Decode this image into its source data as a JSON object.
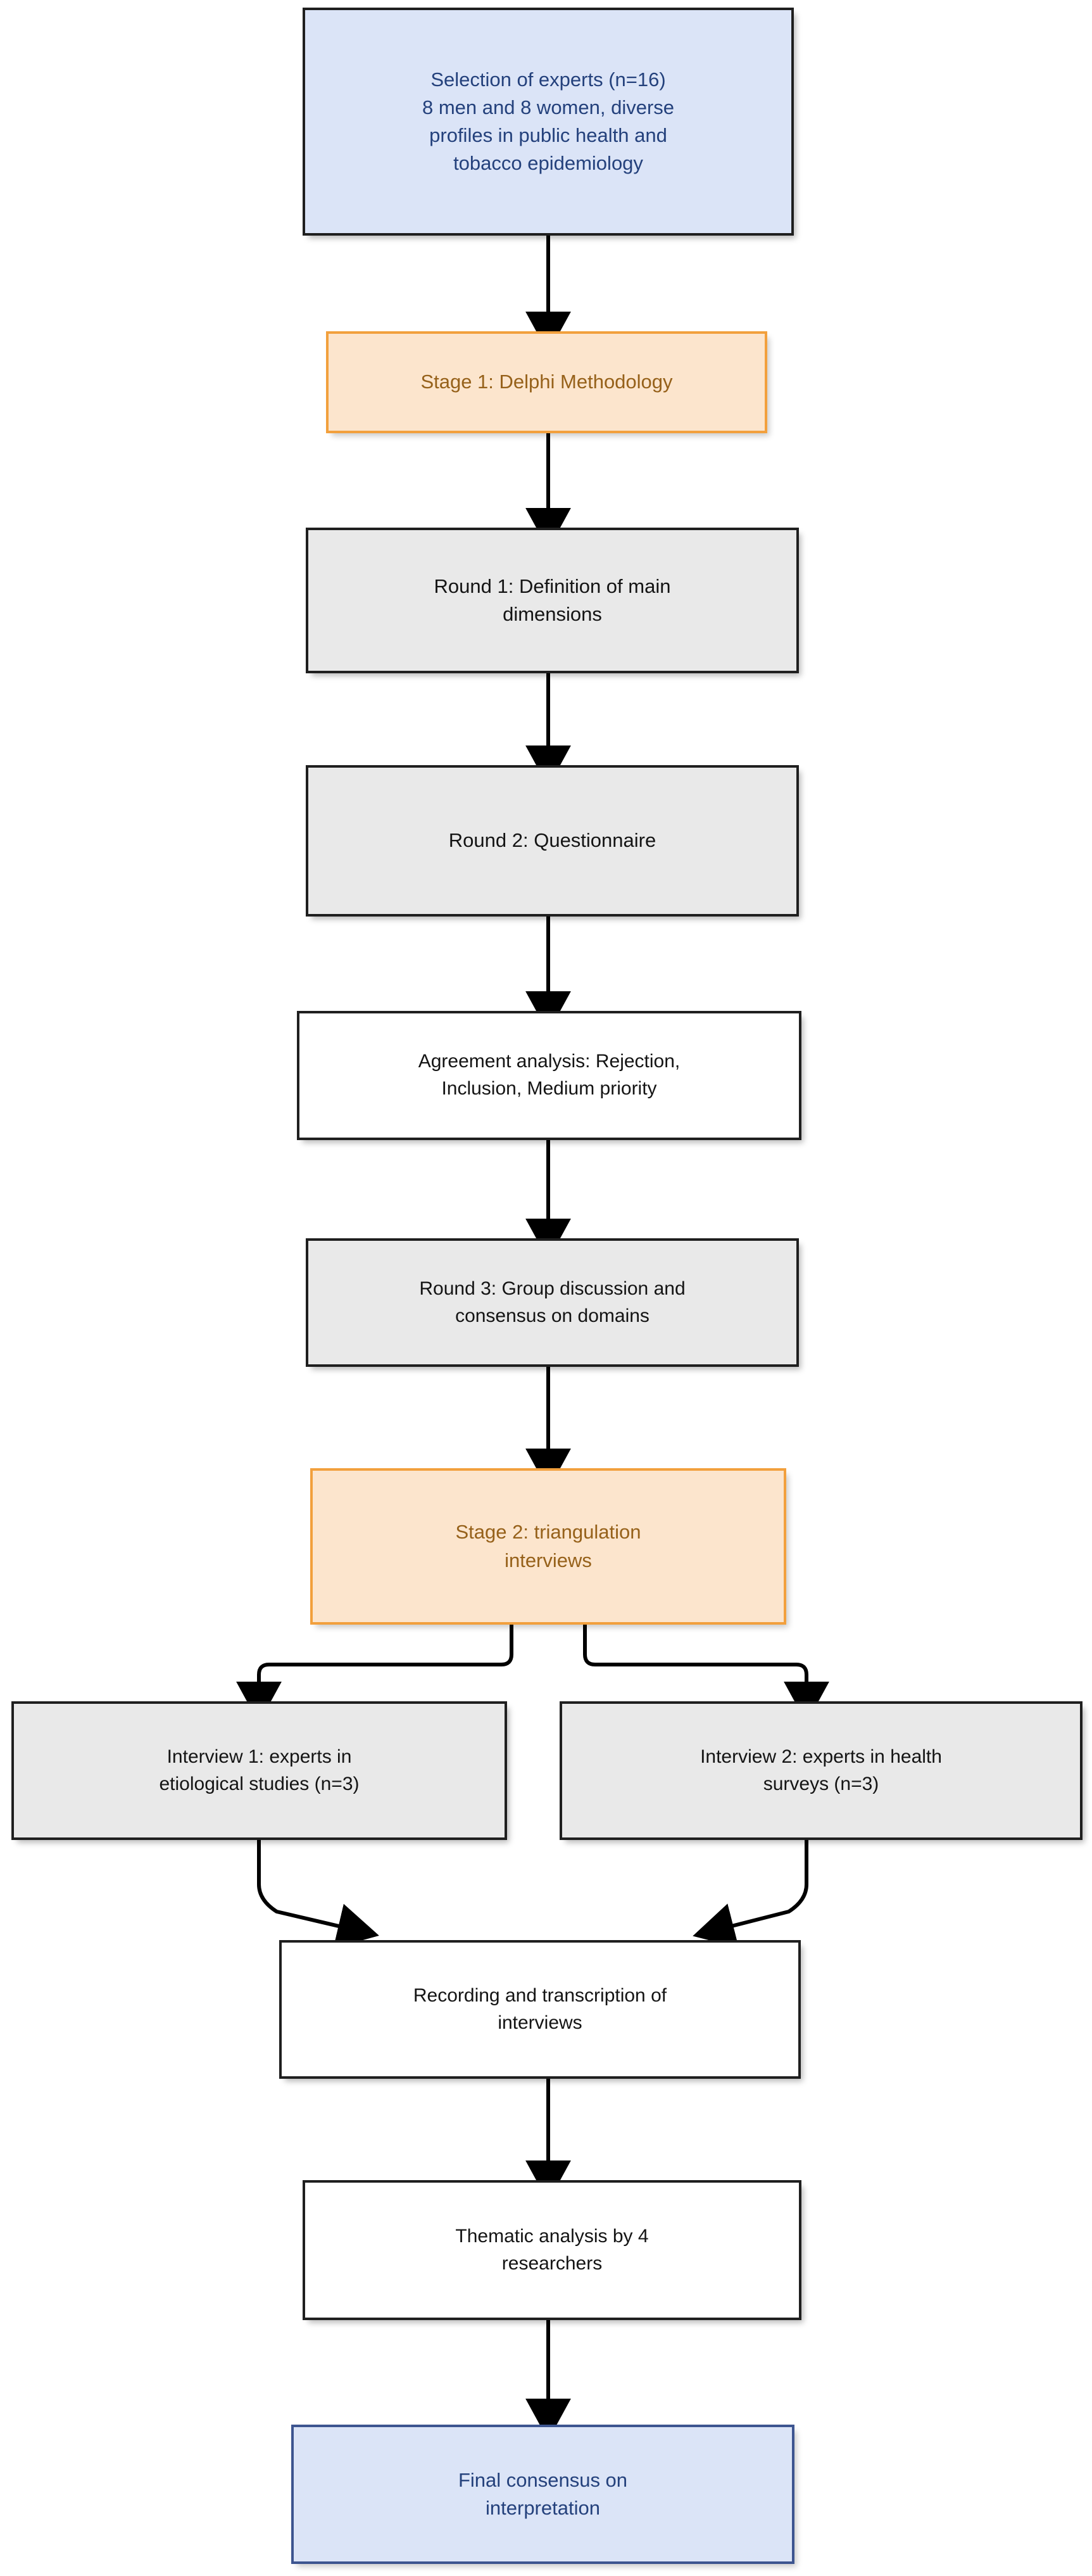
{
  "diagram": {
    "title": "Delphi study and triangulation interviews flowchart",
    "palette": {
      "blue_fill": "#dbe4f7",
      "blue_text": "#24417c",
      "blue_border": "#1f1f1f",
      "blue_soft_border": "#3d5590",
      "orange_fill": "#fce5cd",
      "orange_border": "#f2a03d",
      "orange_text": "#96611a",
      "gray_fill": "#e9e9e9",
      "white_fill": "#ffffff",
      "dark_border": "#1f1f1f",
      "text_dark": "#141414",
      "arrow_color": "#000000",
      "background": "#ffffff"
    },
    "nodes": [
      {
        "id": "selection",
        "label": "Selection of experts (n=16)\n8 men and 8 women, diverse\nprofiles in public health and\ntobacco epidemiology",
        "style": "blue"
      },
      {
        "id": "stage1",
        "label": "Stage 1: Delphi Methodology",
        "style": "orange"
      },
      {
        "id": "round1",
        "label": "Round 1: Definition of main\ndimensions",
        "style": "gray"
      },
      {
        "id": "round2",
        "label": "Round 2: Questionnaire",
        "style": "gray"
      },
      {
        "id": "agreement",
        "label": "Agreement analysis: Rejection,\nInclusion, Medium priority",
        "style": "white"
      },
      {
        "id": "round3",
        "label": "Round 3: Group discussion and\nconsensus on domains",
        "style": "gray"
      },
      {
        "id": "stage2",
        "label": "Stage 2: triangulation\ninterviews",
        "style": "orange"
      },
      {
        "id": "interview1",
        "label": "Interview 1: experts in\netiological studies (n=3)",
        "style": "gray"
      },
      {
        "id": "interview2",
        "label": "Interview 2: experts in health\nsurveys (n=3)",
        "style": "gray"
      },
      {
        "id": "recording",
        "label": "Recording and transcription of\ninterviews",
        "style": "white"
      },
      {
        "id": "thematic",
        "label": "Thematic analysis by 4\nresearchers",
        "style": "white"
      },
      {
        "id": "final",
        "label": "Final consensus on\ninterpretation",
        "style": "blue-soft"
      }
    ],
    "edges": [
      {
        "from": "selection",
        "to": "stage1",
        "kind": "straight"
      },
      {
        "from": "stage1",
        "to": "round1",
        "kind": "straight"
      },
      {
        "from": "round1",
        "to": "round2",
        "kind": "straight"
      },
      {
        "from": "round2",
        "to": "agreement",
        "kind": "straight"
      },
      {
        "from": "agreement",
        "to": "round3",
        "kind": "straight"
      },
      {
        "from": "round3",
        "to": "stage2",
        "kind": "straight"
      },
      {
        "from": "stage2",
        "to": "interview1",
        "kind": "branch-left"
      },
      {
        "from": "stage2",
        "to": "interview2",
        "kind": "branch-right"
      },
      {
        "from": "interview1",
        "to": "recording",
        "kind": "merge-left"
      },
      {
        "from": "interview2",
        "to": "recording",
        "kind": "merge-right"
      },
      {
        "from": "recording",
        "to": "thematic",
        "kind": "straight"
      },
      {
        "from": "thematic",
        "to": "final",
        "kind": "straight"
      }
    ]
  }
}
